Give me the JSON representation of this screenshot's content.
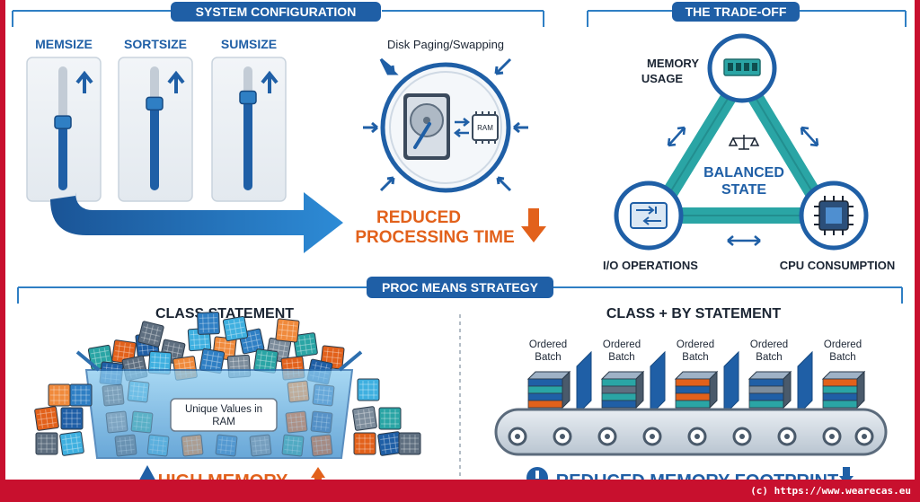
{
  "sections": {
    "system_config": {
      "header": "SYSTEM CONFIGURATION",
      "sliders": [
        {
          "label": "MEMSIZE",
          "level": 0.55
        },
        {
          "label": "SORTSIZE",
          "level": 0.7
        },
        {
          "label": "SUMSIZE",
          "level": 0.75
        }
      ],
      "paging_label": "Disk Paging/Swapping",
      "ram_chip_label": "RAM",
      "result_line1": "REDUCED",
      "result_line2": "PROCESSING TIME"
    },
    "tradeoff": {
      "header": "THE TRADE-OFF",
      "memory_label_line1": "MEMORY",
      "memory_label_line2": "USAGE",
      "center_line1": "BALANCED",
      "center_line2": "STATE",
      "io_label": "I/O OPERATIONS",
      "cpu_label": "CPU CONSUMPTION"
    },
    "proc_means": {
      "header": "PROC MEANS STRATEGY",
      "class_title": "CLASS STATEMENT",
      "bin_label_line1": "Unique Values in",
      "bin_label_line2": "RAM",
      "class_result": "HIGH MEMORY",
      "class_by_title": "CLASS + BY STATEMENT",
      "batches": [
        {
          "line1": "Ordered",
          "line2": "Batch"
        },
        {
          "line1": "Ordered",
          "line2": "Batch"
        },
        {
          "line1": "Ordered",
          "line2": "Batch"
        },
        {
          "line1": "Ordered",
          "line2": "Batch"
        },
        {
          "line1": "Ordered",
          "line2": "Batch"
        }
      ],
      "class_by_result": "REDUCED MEMORY FOOTPRINT"
    }
  },
  "footer": {
    "credit": "(c) https://www.wearecas.eu"
  },
  "colors": {
    "brand_blue": "#1f5fa6",
    "light_blue": "#2f7fc4",
    "teal": "#2aa5a5",
    "orange": "#e2611b",
    "frame_red": "#c8102e",
    "navy_text": "#1b2533"
  }
}
